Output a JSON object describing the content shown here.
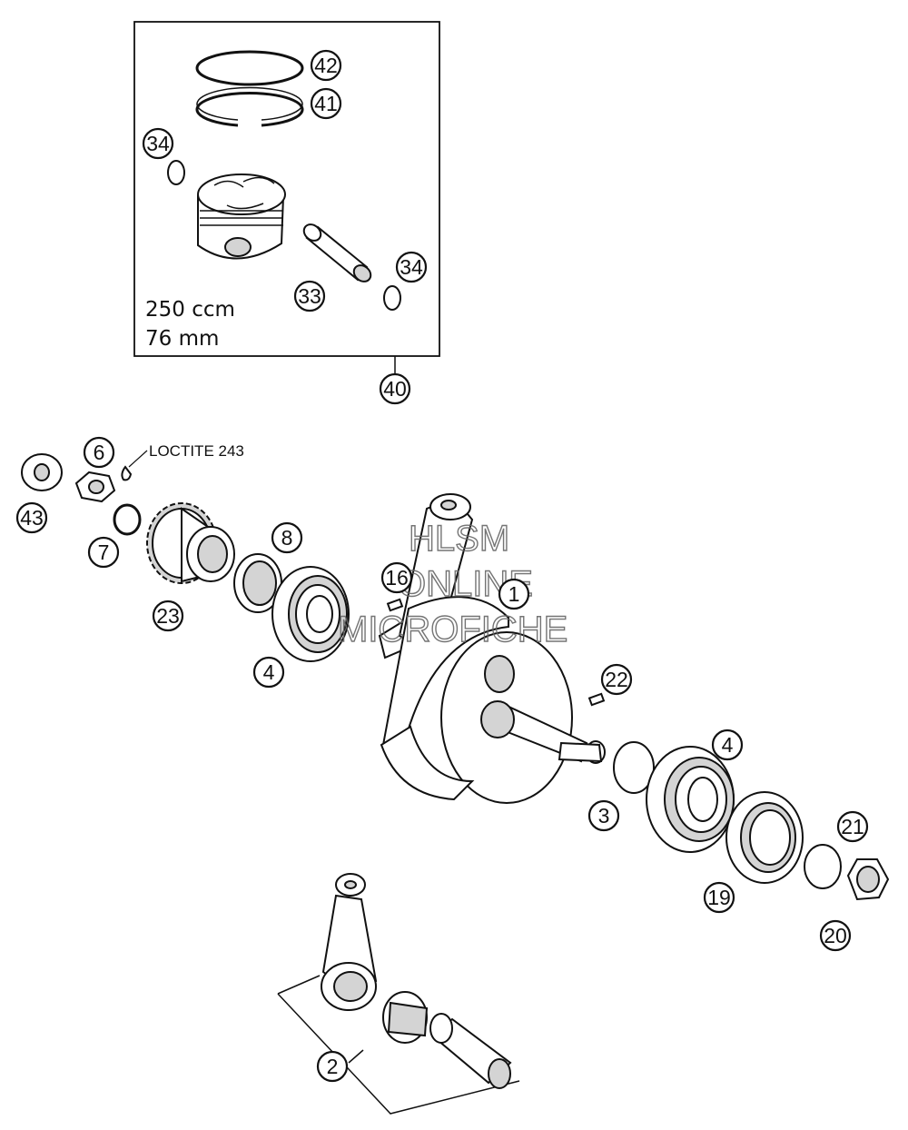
{
  "piston_box": {
    "displacement": "250 ccm",
    "bore": "76 mm"
  },
  "note": "LOCTITE 243",
  "watermark": {
    "line1": "HLSM",
    "line2": "ONLINE",
    "line3": "MICROFICHE"
  },
  "callouts": {
    "c42": "42",
    "c41": "41",
    "c34a": "34",
    "c34b": "34",
    "c33": "33",
    "c40": "40",
    "c6": "6",
    "c43": "43",
    "c7": "7",
    "c8": "8",
    "c23": "23",
    "c4a": "4",
    "c16": "16",
    "c1": "1",
    "c22": "22",
    "c3": "3",
    "c4b": "4",
    "c21": "21",
    "c19": "19",
    "c20": "20",
    "c2": "2"
  }
}
